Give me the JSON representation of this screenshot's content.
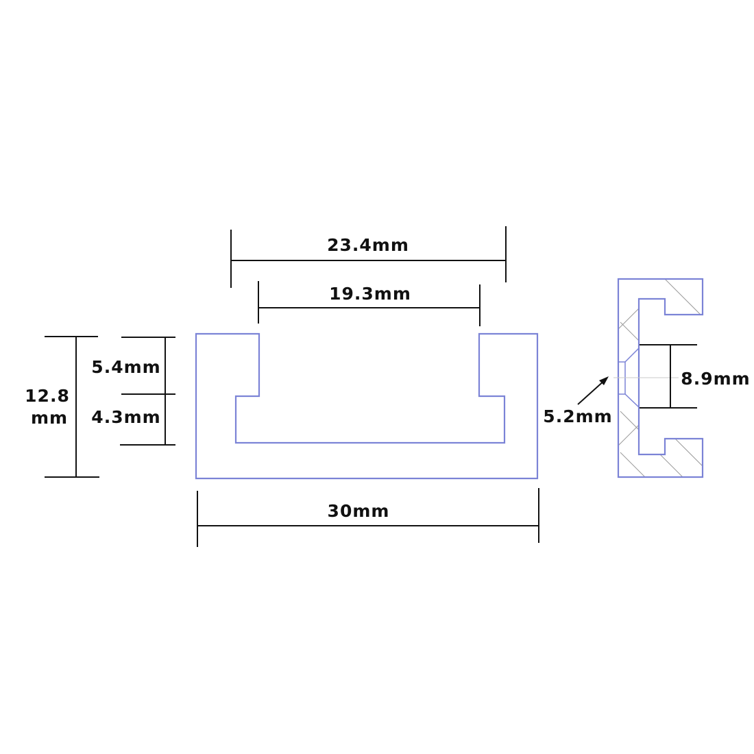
{
  "colors": {
    "profile_outline": "#7b83d6",
    "dimension_line": "#111111",
    "hatch": "#9a9a9a",
    "background": "#ffffff"
  },
  "dimensions": {
    "top_outer_width": "23.4mm",
    "top_inner_width": "19.3mm",
    "total_height_line1": "12.8",
    "total_height_line2": "mm",
    "upper_height": "5.4mm",
    "lower_height": "4.3mm",
    "bottom_width": "30mm",
    "hole_height": "8.9mm",
    "hole_diameter": "5.2mm"
  }
}
